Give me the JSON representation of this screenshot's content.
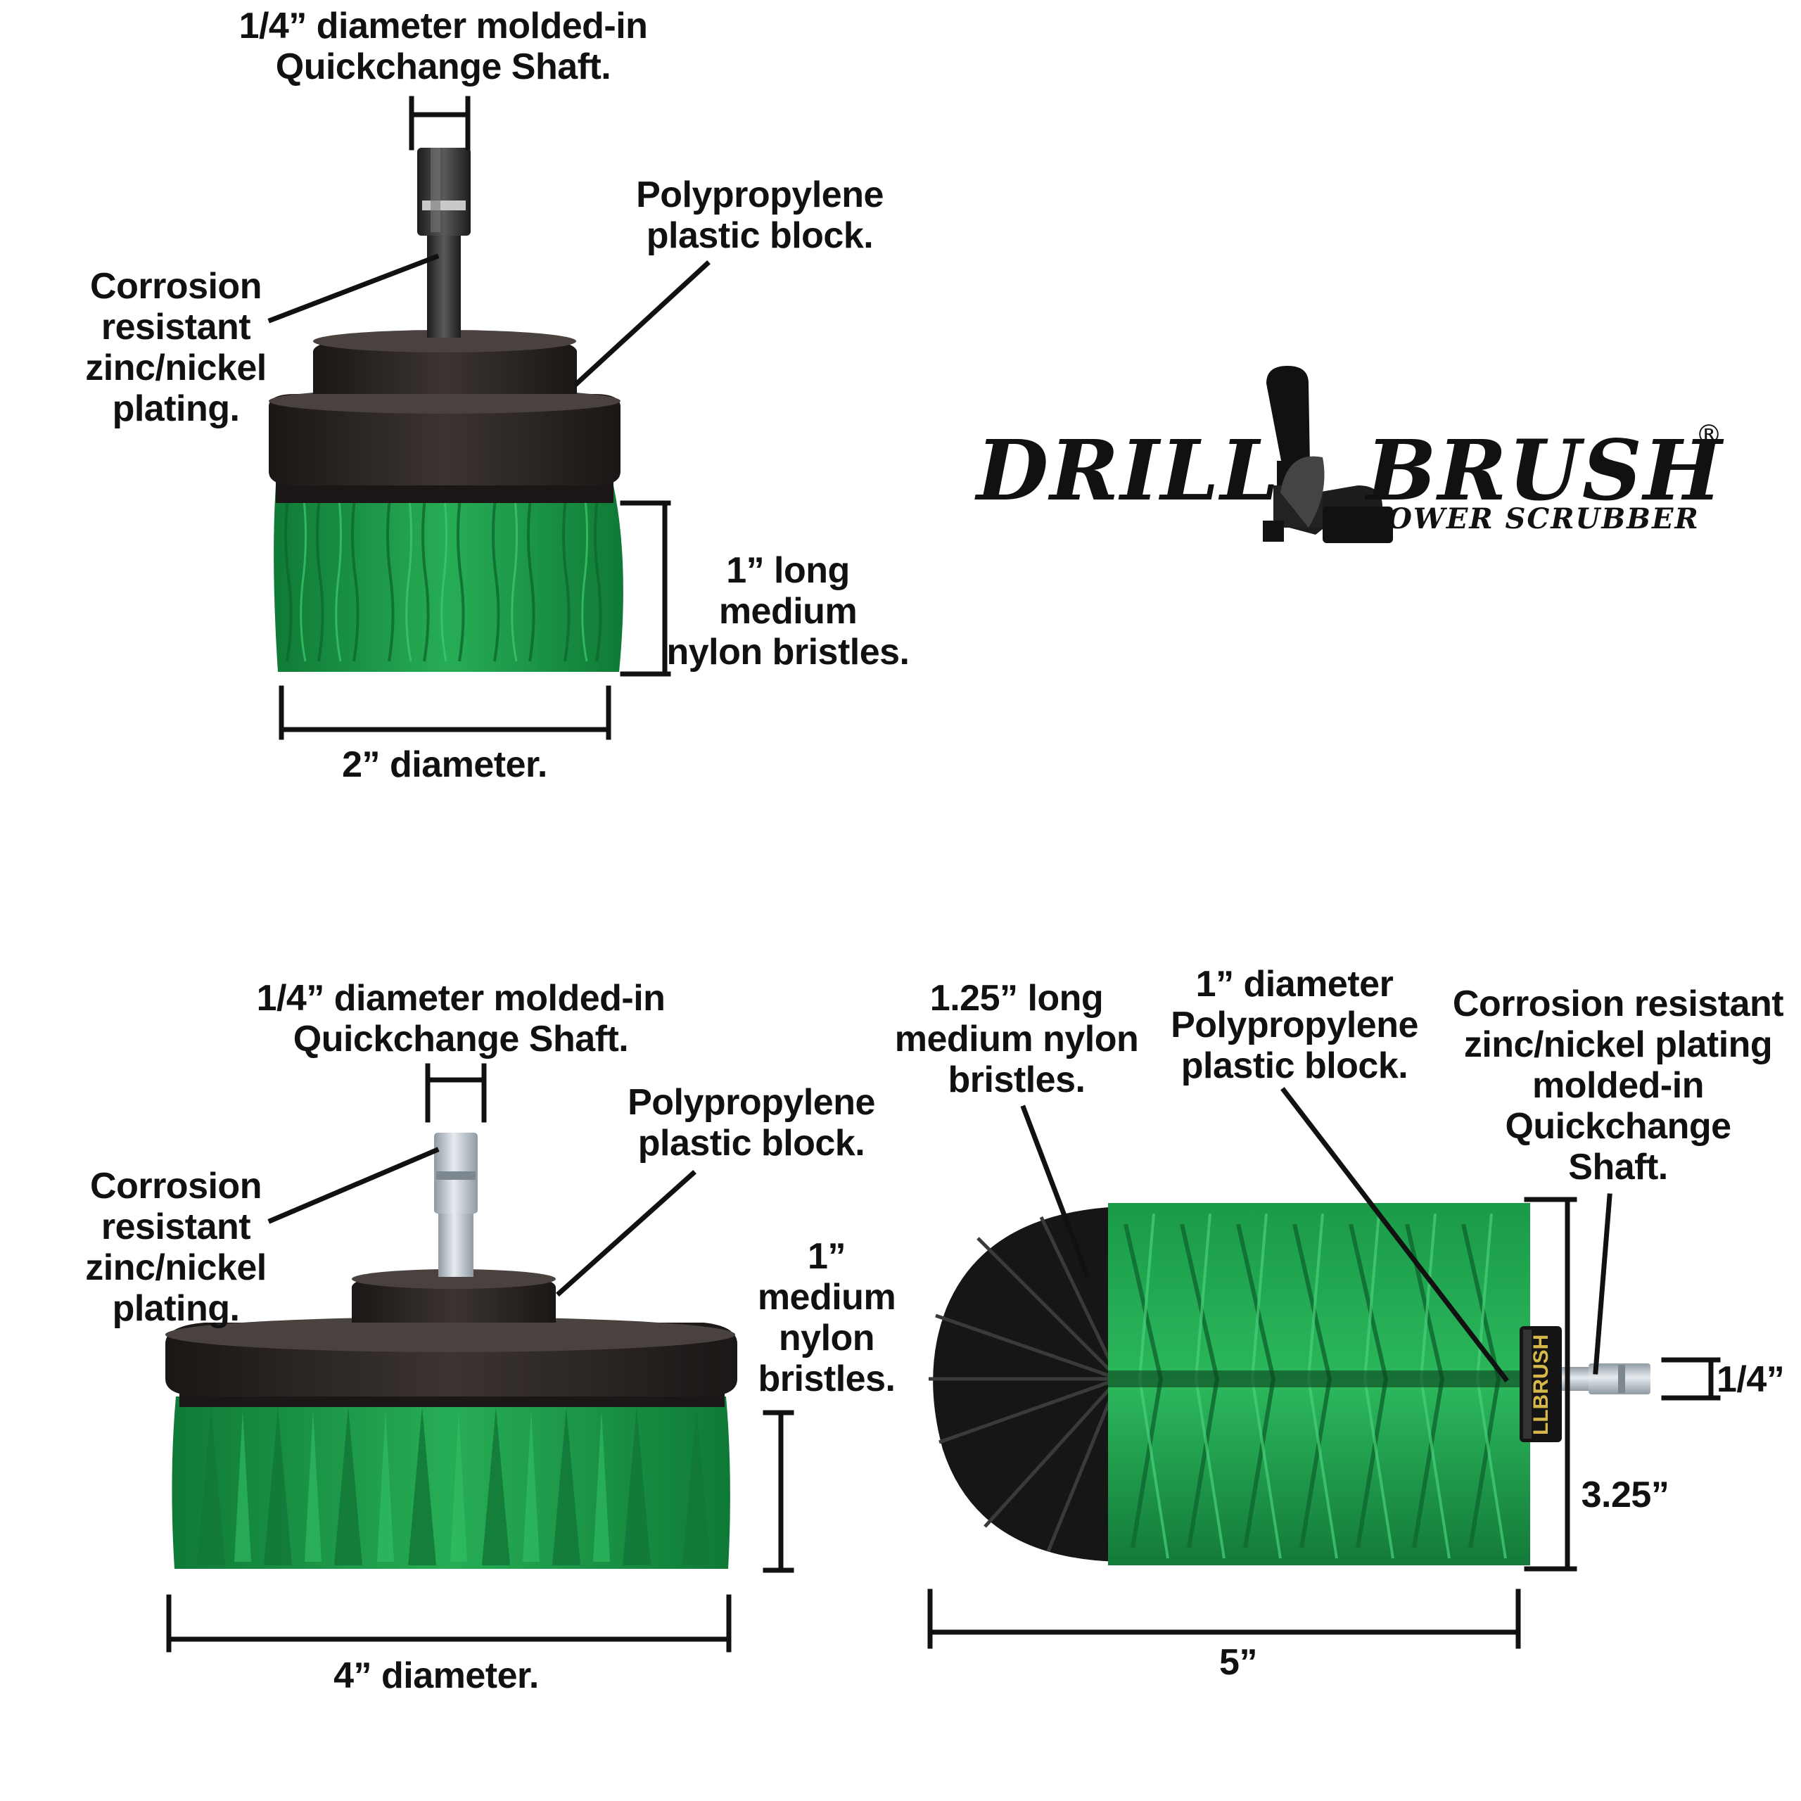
{
  "logo": {
    "word_left": "DRILL",
    "word_right": "BRUSH",
    "registered": "®",
    "tagline": "POWER SCRUBBER",
    "icon": "drill-icon"
  },
  "brush_2in": {
    "shaft_label": "1/4” diameter molded-in\nQuickchange Shaft.",
    "block_label": "Polypropylene\nplastic block.",
    "plating_label": "Corrosion\nresistant\nzinc/nickel\nplating.",
    "bristles_label": "1” long\nmedium\nnylon bristles.",
    "diameter_label": "2” diameter."
  },
  "brush_4in": {
    "shaft_label": "1/4” diameter molded-in\nQuickchange Shaft.",
    "block_label": "Polypropylene\nplastic block.",
    "plating_label": "Corrosion\nresistant\nzinc/nickel\nplating.",
    "bristles_label": "1”\nmedium\nnylon\nbristles.",
    "diameter_label": "4” diameter."
  },
  "brush_long": {
    "bristles_label": "1.25” long\nmedium nylon\nbristles.",
    "block_label": "1” diameter\nPolypropylene\nplastic block.",
    "shaft_label": "Corrosion resistant\nzinc/nickel plating\nmolded-in\nQuickchange\nShaft.",
    "shaft_width_label": "1/4”",
    "height_label": "3.25”",
    "length_label": "5”",
    "block_print": "LLBRUSH"
  },
  "colors": {
    "bristle_green": "#1f9a4a",
    "bristle_dark_green": "#0f6b31",
    "block_black": "#2a2523",
    "shaft_dark": "#3a3a3a",
    "shaft_silver": "#b9c3cc",
    "ink": "#111111"
  }
}
